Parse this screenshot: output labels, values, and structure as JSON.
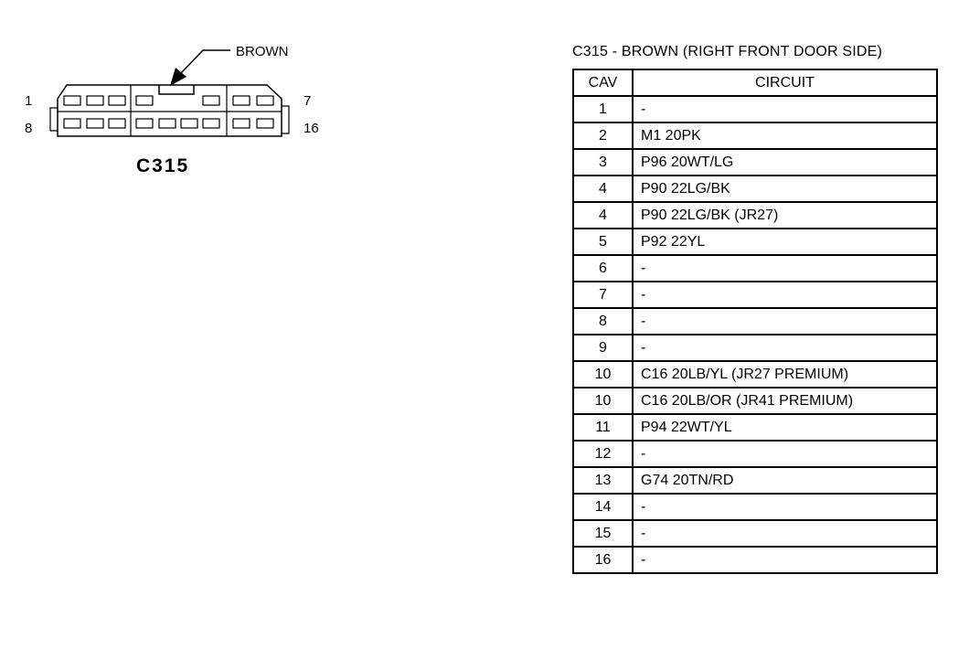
{
  "connector": {
    "name": "C315",
    "color_label": "BROWN",
    "pin_labels": {
      "top_left": "1",
      "top_right": "7",
      "bottom_left": "8",
      "bottom_right": "16"
    }
  },
  "table": {
    "title": "C315 - BROWN (RIGHT FRONT DOOR SIDE)",
    "headers": {
      "cav": "CAV",
      "circuit": "CIRCUIT"
    },
    "rows": [
      {
        "cav": "1",
        "circuit": "-"
      },
      {
        "cav": "2",
        "circuit": "M1  20PK"
      },
      {
        "cav": "3",
        "circuit": "P96  20WT/LG"
      },
      {
        "cav": "4",
        "circuit": "P90  22LG/BK"
      },
      {
        "cav": "4",
        "circuit": "P90  22LG/BK  (JR27)"
      },
      {
        "cav": "5",
        "circuit": "P92  22YL"
      },
      {
        "cav": "6",
        "circuit": "-"
      },
      {
        "cav": "7",
        "circuit": "-"
      },
      {
        "cav": "8",
        "circuit": "-"
      },
      {
        "cav": "9",
        "circuit": "-"
      },
      {
        "cav": "10",
        "circuit": "C16  20LB/YL  (JR27 PREMIUM)"
      },
      {
        "cav": "10",
        "circuit": "C16  20LB/OR  (JR41 PREMIUM)"
      },
      {
        "cav": "11",
        "circuit": "P94  22WT/YL"
      },
      {
        "cav": "12",
        "circuit": "-"
      },
      {
        "cav": "13",
        "circuit": "G74  20TN/RD"
      },
      {
        "cav": "14",
        "circuit": "-"
      },
      {
        "cav": "15",
        "circuit": "-"
      },
      {
        "cav": "16",
        "circuit": "-"
      }
    ]
  }
}
